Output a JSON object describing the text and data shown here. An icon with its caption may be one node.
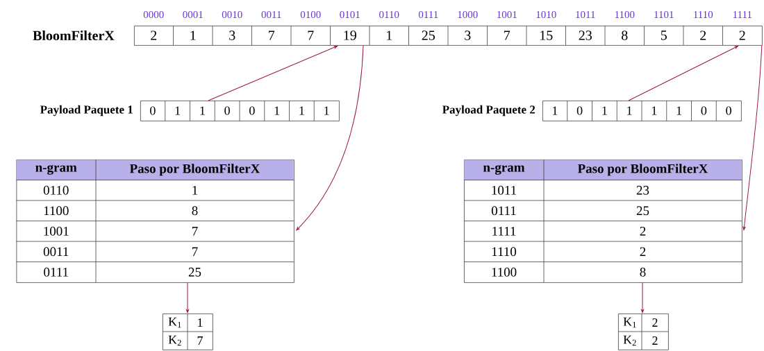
{
  "diagram": {
    "nodes": [
      {
        "text": [
          "2",
          "1",
          "3",
          "7",
          "7",
          "19",
          "1",
          "25",
          "3",
          "7",
          "15",
          "23",
          "8",
          "5",
          "2",
          "2"
        ],
        "beside": [
          "BloomFilterX"
        ]
      },
      {
        "text": [
          "0",
          "1",
          "1",
          "0",
          "0",
          "1",
          "1",
          "1"
        ],
        "beside": [
          "Payload Paquete 1"
        ]
      },
      {
        "text": [
          "1",
          "0",
          "1",
          "1",
          "1",
          "1",
          "0",
          "0"
        ],
        "beside": [
          "Payload Paquete 2"
        ]
      },
      {
        "text": [
          "n-gram",
          "Paso por BloomFilterX",
          "0110",
          "1",
          "1100",
          "8",
          "1001",
          "7",
          "0011",
          "7",
          "0111",
          "25"
        ]
      },
      {
        "text": [
          "n-gram",
          "Paso por BloomFilterX",
          "1011",
          "23",
          "0111",
          "25",
          "1111",
          "2",
          "1110",
          "2",
          "1100",
          "8"
        ]
      },
      {
        "text": [
          "K$_{1}$",
          "1",
          "K$_{2}$",
          "7"
        ]
      },
      {
        "text": [
          "K$_{1}$",
          "2",
          "K$_{2}$",
          "2"
        ]
      }
    ],
    "edges": [
      {
        "from": 1,
        "to": 0,
        "arrow": "to"
      },
      {
        "from": 0,
        "to": 3,
        "arrow": "to"
      },
      {
        "from": 2,
        "to": 0,
        "arrow": "to"
      },
      {
        "from": 0,
        "to": 4,
        "arrow": "to"
      },
      {
        "from": 3,
        "to": 5,
        "arrow": "to"
      },
      {
        "from": 4,
        "to": 6,
        "arrow": "to"
      }
    ],
    "labels": [
      "0000",
      "0001",
      "0010",
      "0011",
      "0100",
      "0101",
      "0110",
      "0111",
      "1000",
      "1001",
      "1010",
      "1011",
      "1100",
      "1101",
      "1110",
      "1111"
    ]
  }
}
